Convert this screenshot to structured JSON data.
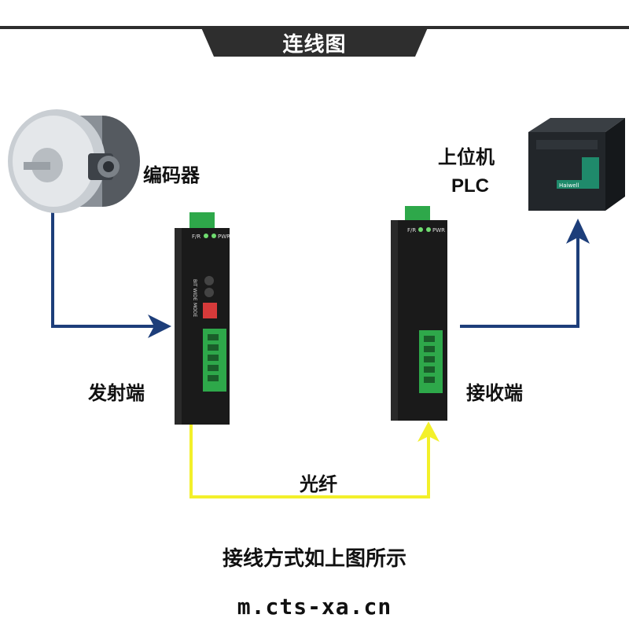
{
  "header": {
    "title": "连线图"
  },
  "labels": {
    "encoder": "编码器",
    "host": "上位机",
    "plc": "PLC",
    "transmitter": "发射端",
    "receiver": "接收端",
    "fiber": "光纤"
  },
  "device_text": {
    "status_led_left": "F/R",
    "status_led_right": "PWR",
    "mode": "MODE",
    "bit_wide": "BIT WIDE",
    "plc_badge": "Haiwell"
  },
  "footer": {
    "note": "接线方式如上图所示",
    "website": "m.cts-xa.cn"
  },
  "colors": {
    "header_bar": "#2e2e2e",
    "signal_line": "#1d3e7a",
    "fiber_line": "#f3f02a",
    "device_body": "#1a1a1a",
    "terminal_green": "#2ea84a"
  }
}
